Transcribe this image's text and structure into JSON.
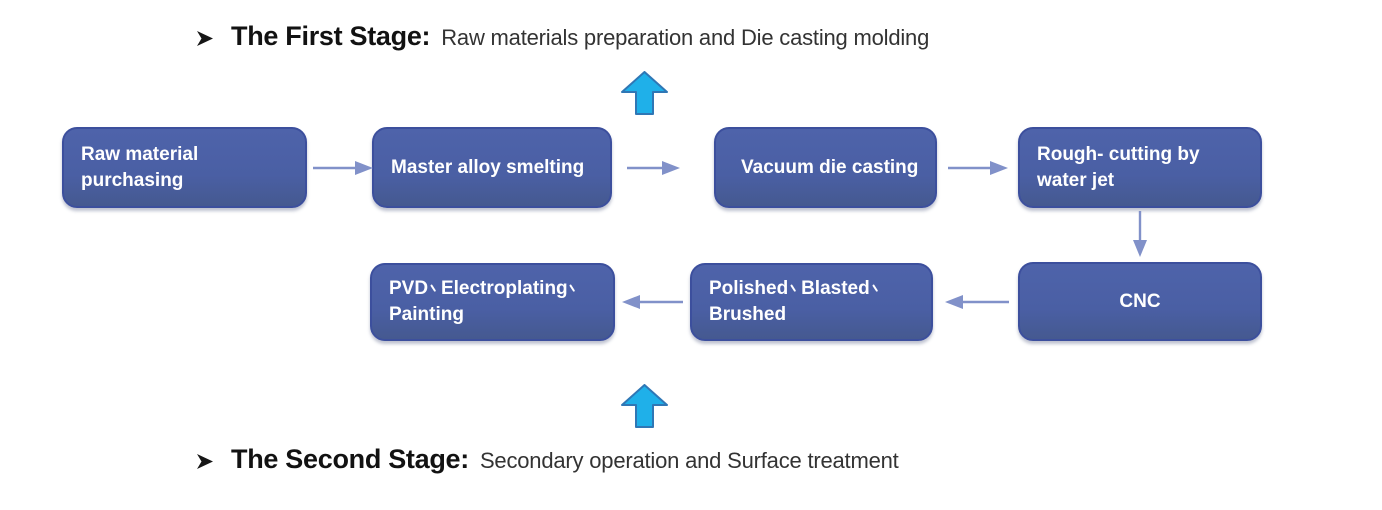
{
  "stages": {
    "first": {
      "bullet": "➢",
      "title": "The First Stage:",
      "subtitle": "Raw materials preparation and Die casting molding"
    },
    "second": {
      "bullet": "➢",
      "title": "The Second Stage:",
      "subtitle": "Secondary operation and Surface treatment"
    }
  },
  "flow": {
    "row1": [
      {
        "label": "Raw material purchasing"
      },
      {
        "label": "Master alloy smelting"
      },
      {
        "label": "Vacuum die casting"
      },
      {
        "label": "Rough- cutting by water jet"
      }
    ],
    "row2": [
      {
        "label": "CNC"
      },
      {
        "label": "Polished、Blasted、Brushed"
      },
      {
        "label": "PVD、Electroplating、Painting"
      }
    ]
  },
  "icons": {
    "stage_bullet": "arrowhead-bullet",
    "stage_arrow": "up-block-arrow",
    "connector": "thin-line-arrow"
  },
  "colors": {
    "node_fill": "#4a5fa4",
    "node_border": "#3c4f9d",
    "node_text": "#ffffff",
    "connector": "#8191c9",
    "block_arrow_fill": "#1fb0e9",
    "block_arrow_outline": "#2f77b5",
    "title_text": "#121212",
    "subtitle_text": "#333333",
    "background": "#ffffff"
  }
}
